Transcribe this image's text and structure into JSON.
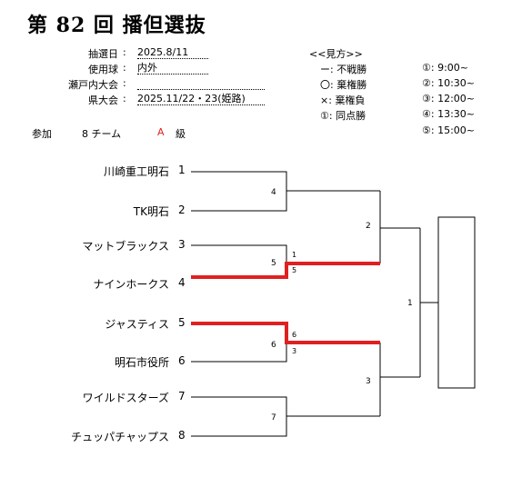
{
  "title": "第 82 回 播但選抜",
  "info": [
    {
      "label": "抽選日",
      "colon": ":",
      "value": "2025.8/11"
    },
    {
      "label": "使用球",
      "colon": ":",
      "value": "内外"
    },
    {
      "label": "瀬戸内大会",
      "colon": ":",
      "value": ""
    },
    {
      "label": "県大会",
      "colon": ":",
      "value": "2025.11/22・23(姫路)"
    }
  ],
  "legend": {
    "header": "<<見方>>",
    "items": [
      {
        "mark": "ー:",
        "text": "不戦勝"
      },
      {
        "mark": "〇:",
        "text": "棄権勝"
      },
      {
        "mark": "×:",
        "text": "棄権負"
      },
      {
        "mark": "①:",
        "text": "同点勝"
      }
    ]
  },
  "times": [
    {
      "mark": "①:",
      "time": "9:00~"
    },
    {
      "mark": "②:",
      "time": "10:30~"
    },
    {
      "mark": "③:",
      "time": "12:00~"
    },
    {
      "mark": "④:",
      "time": "13:30~"
    },
    {
      "mark": "⑤:",
      "time": "15:00~"
    }
  ],
  "participation": {
    "label": "参加",
    "count": "8 チーム",
    "grade": "A",
    "grade_label": "級"
  },
  "teams": [
    {
      "seed": "1",
      "name": "川崎重工明石"
    },
    {
      "seed": "2",
      "name": "TK明石"
    },
    {
      "seed": "3",
      "name": "マットブラックス"
    },
    {
      "seed": "4",
      "name": "ナインホークス"
    },
    {
      "seed": "5",
      "name": "ジャスティス"
    },
    {
      "seed": "6",
      "name": "明石市役所"
    },
    {
      "seed": "7",
      "name": "ワイルドスターズ"
    },
    {
      "seed": "8",
      "name": "チュッパチャップス"
    }
  ],
  "matches": {
    "r1": [
      "4",
      "5",
      "6",
      "7"
    ],
    "r2": [
      "2",
      "3"
    ],
    "final": "1"
  },
  "scores": {
    "m5_top": "1",
    "m5_bottom": "5",
    "m6_top": "6",
    "m6_bottom": "3"
  },
  "colors": {
    "win": "#e02020",
    "line": "#000000",
    "grade": "#e02020"
  }
}
